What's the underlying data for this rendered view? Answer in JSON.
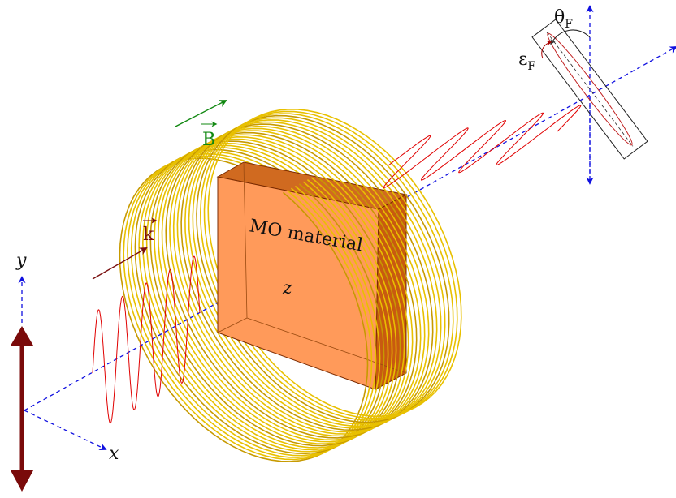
{
  "labels": {
    "material": "MO material",
    "b_field": "B",
    "k_vector": "k",
    "axis_x": "x",
    "axis_y": "y",
    "axis_z": "z",
    "theta_main": "θ",
    "theta_sub": "F",
    "epsilon_main": "ε",
    "epsilon_sub": "F"
  },
  "colors": {
    "coil": "#e8c000",
    "coil_dark": "#c79a00",
    "wave": "#e00000",
    "axis": "#1010e0",
    "field": "#118811",
    "k_vector": "#7a1010",
    "polarization_arrow": "#7a0a0a",
    "block_front": "#ff9a5a",
    "block_top": "#d06a20",
    "block_side": "#c85a10",
    "ellipse": "#c02020"
  },
  "icons": [
    "vertical-polarization-arrow-icon"
  ]
}
